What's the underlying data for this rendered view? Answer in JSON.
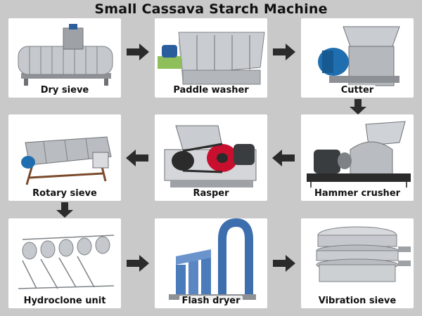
{
  "title": "Small Cassava Starch Machine",
  "steps": [
    {
      "label": "Dry sieve"
    },
    {
      "label": "Paddle washer"
    },
    {
      "label": "Cutter"
    },
    {
      "label": "Hammer crusher"
    },
    {
      "label": "Rasper"
    },
    {
      "label": "Rotary sieve"
    },
    {
      "label": "Hydroclone unit"
    },
    {
      "label": "Flash dryer"
    },
    {
      "label": "Vibration sieve"
    }
  ],
  "colors": {
    "background": "#c9c9c9",
    "card": "#ffffff",
    "arrow": "#2b2b2b",
    "steel": "#b9bcc0",
    "motor_blue": "#1f6fb0",
    "belt_red": "#c8102e"
  }
}
